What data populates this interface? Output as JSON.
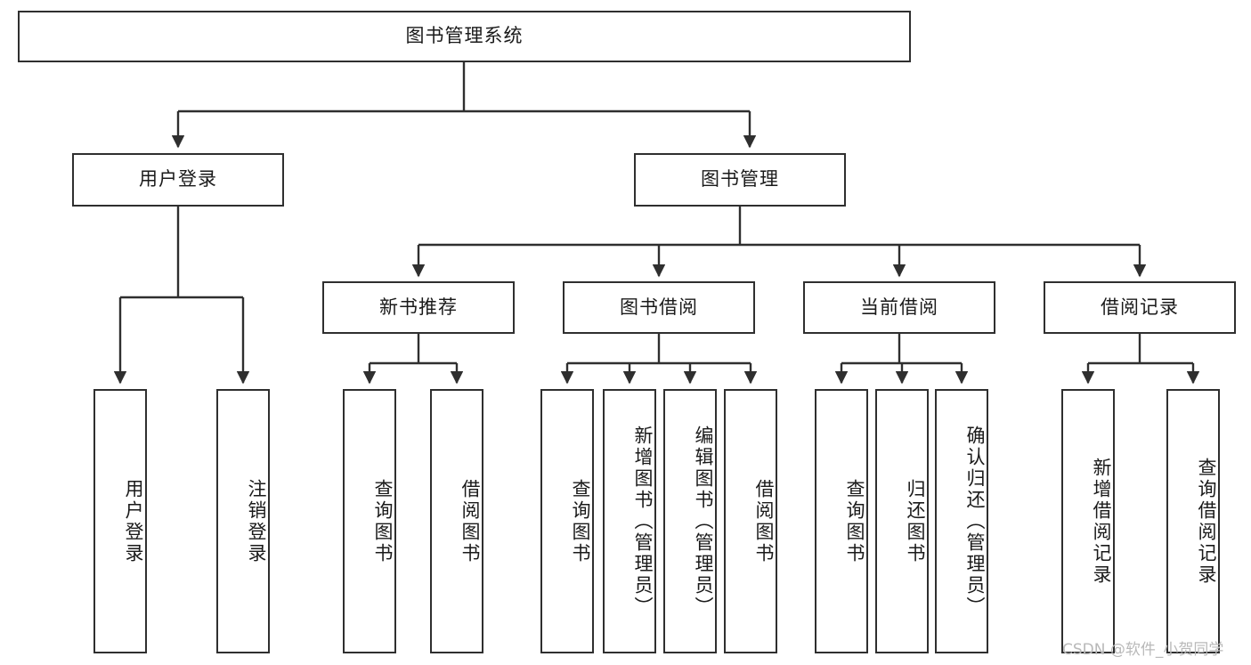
{
  "diagram": {
    "type": "tree-hierarchy",
    "root": {
      "label": "图书管理系统"
    },
    "level1": [
      {
        "label": "用户登录"
      },
      {
        "label": "图书管理"
      }
    ],
    "level2": [
      {
        "label": "新书推荐"
      },
      {
        "label": "图书借阅"
      },
      {
        "label": "当前借阅"
      },
      {
        "label": "借阅记录"
      }
    ],
    "leaves": {
      "user_login": [
        {
          "label": "用户登录"
        },
        {
          "label": "注销登录"
        }
      ],
      "new_book_recommend": [
        {
          "label": "查询图书"
        },
        {
          "label": "借阅图书"
        }
      ],
      "book_borrow": [
        {
          "label": "查询图书"
        },
        {
          "label": "新增图书（管理员）"
        },
        {
          "label": "编辑图书（管理员）"
        },
        {
          "label": "借阅图书"
        }
      ],
      "current_borrow": [
        {
          "label": "查询图书"
        },
        {
          "label": "归还图书"
        },
        {
          "label": "确认归还（管理员）"
        }
      ],
      "borrow_record": [
        {
          "label": "新增借阅记录"
        },
        {
          "label": "查询借阅记录"
        }
      ]
    }
  },
  "watermark": {
    "text": "CSDN @软件_小贺同学"
  },
  "colors": {
    "border": "#2f2f2f",
    "text": "#1a1a1a",
    "background": "#ffffff",
    "edge": "#2f2f2f",
    "watermark": "#b9b9b9"
  }
}
